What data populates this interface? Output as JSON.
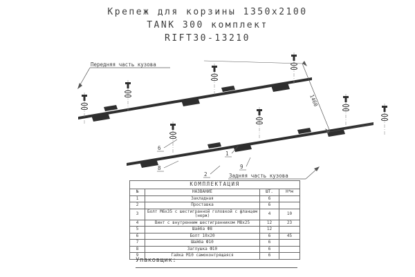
{
  "title": {
    "line1": "Крепеж для корзины 1350х2100",
    "line2": "TANK 300 комплект",
    "line3": "RIFT30-13210"
  },
  "drawing": {
    "annotations": {
      "front": "Передняя часть кузова",
      "rear": "Задняя часть кузова"
    },
    "dimension": "1460",
    "callouts": [
      {
        "label": "6"
      },
      {
        "label": "8"
      },
      {
        "label": "2"
      },
      {
        "label": "1"
      },
      {
        "label": "9"
      }
    ]
  },
  "table": {
    "title": "КОМПЛЕКТАЦИЯ",
    "headers": {
      "num": "№",
      "name": "НАЗВАНИЕ",
      "qty": "ШТ.",
      "torque": "Н*м"
    },
    "rows": [
      {
        "num": "1",
        "name": "Закладная",
        "qty": "6",
        "torque": ""
      },
      {
        "num": "2",
        "name": "Проставка",
        "qty": "6",
        "torque": ""
      },
      {
        "num": "3",
        "name": "Болт М6х35 с шестигранной головкой с фланцем (нерж)",
        "qty": "4",
        "torque": "10"
      },
      {
        "num": "4",
        "name": "Винт с внутренним шестигранником М8х25",
        "qty": "12",
        "torque": "23"
      },
      {
        "num": "5",
        "name": "Шайба Ф8",
        "qty": "12",
        "torque": ""
      },
      {
        "num": "6",
        "name": "Болт 10х20",
        "qty": "6",
        "torque": "45"
      },
      {
        "num": "7",
        "name": "Шайба Ф10",
        "qty": "6",
        "torque": ""
      },
      {
        "num": "8",
        "name": "Заглушка Ф10",
        "qty": "6",
        "torque": ""
      },
      {
        "num": "9",
        "name": "Гайка М10 самоконтрящаяся",
        "qty": "6",
        "torque": ""
      }
    ]
  },
  "footer": {
    "packer": "Упаковщик:"
  },
  "colors": {
    "ink": "#3c3c3c",
    "part": "#2e2e2e",
    "line": "#555555"
  }
}
